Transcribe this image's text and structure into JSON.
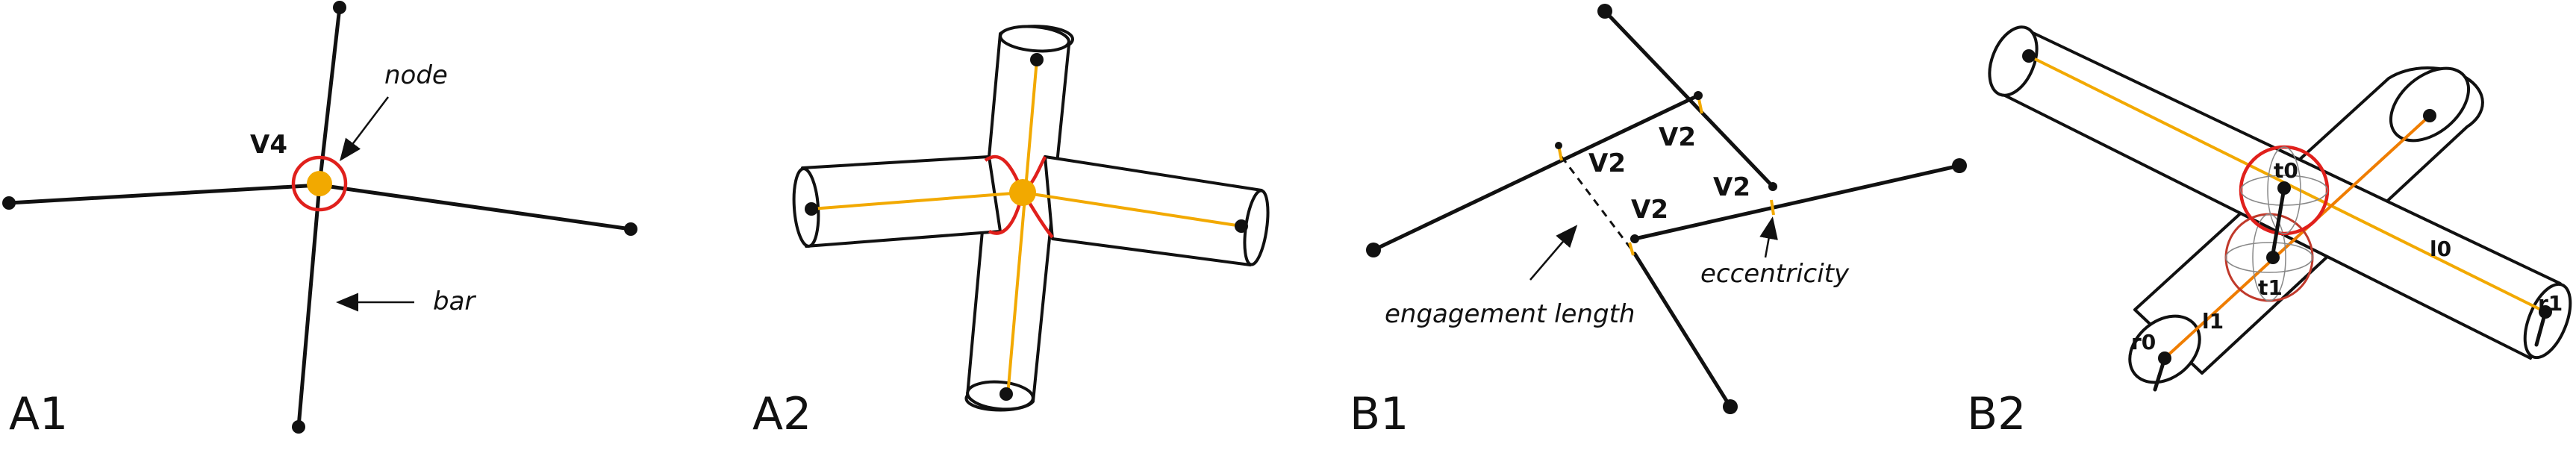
{
  "panels": {
    "a1": "A1",
    "a2": "A2",
    "b1": "B1",
    "b2": "B2"
  },
  "a1_labels": {
    "node": "node",
    "bar": "bar",
    "v4": "V4"
  },
  "b1_labels": {
    "v2_top": "V2",
    "v2_left": "V2",
    "v2_right": "V2",
    "v2_mid": "V2",
    "engagement": "engagement length",
    "eccentricity": "eccentricity"
  },
  "b2_labels": {
    "t0": "t0",
    "t1": "t1",
    "l0": "l0",
    "l1": "l1",
    "r0": "r0",
    "r1": "r1"
  },
  "colors": {
    "axis": "#f2a900",
    "node_ring": "#e0201c",
    "stroke": "#111111"
  }
}
